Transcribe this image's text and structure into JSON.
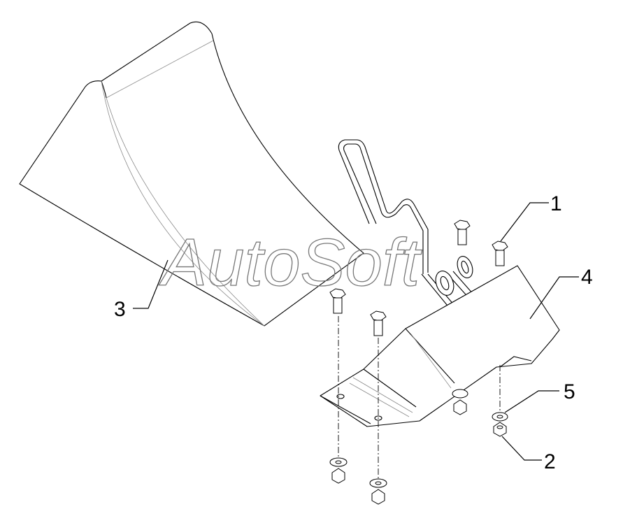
{
  "watermark": "AutoSoft",
  "callouts": [
    {
      "id": "1",
      "label": "1"
    },
    {
      "id": "2",
      "label": "2"
    },
    {
      "id": "3",
      "label": "3"
    },
    {
      "id": "4",
      "label": "4"
    },
    {
      "id": "5",
      "label": "5"
    }
  ],
  "colors": {
    "line": "#000000",
    "background": "#ffffff",
    "watermark": "#777777"
  }
}
